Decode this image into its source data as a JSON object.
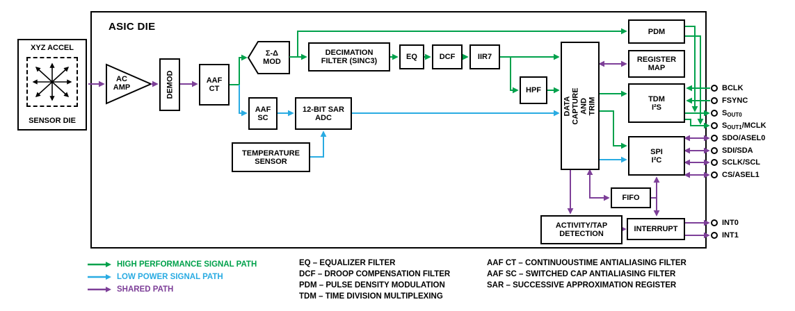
{
  "diagram": {
    "asic_label": "ASIC DIE",
    "sensor": {
      "top_label": "XYZ ACCEL",
      "bottom_label": "SENSOR DIE"
    },
    "blocks": {
      "ac_amp": "AC\nAMP",
      "demod": "DEMOD",
      "aaf_ct": "AAF\nCT",
      "sigma_delta_mod": "Σ-Δ\nMOD",
      "decimation_filter": "DECIMATION\nFILTER (SINC3)",
      "eq": "EQ",
      "dcf": "DCF",
      "iir7": "IIR7",
      "hpf": "HPF",
      "aaf_sc": "AAF\nSC",
      "sar_adc": "12-BIT SAR\nADC",
      "temperature_sensor": "TEMPERATURE\nSENSOR",
      "data_capture": "DATA CAPTURE\nAND TRIM",
      "pdm": "PDM",
      "register_map": "REGISTER\nMAP",
      "tdm_i2s": "TDM\nI²S",
      "spi_i2c": "SPI\nI²C",
      "fifo": "FIFO",
      "activity_tap": "ACTIVITY/TAP\nDETECTION",
      "interrupt": "INTERRUPT"
    },
    "pins": [
      {
        "pre": "BCLK",
        "sub": "",
        "post": ""
      },
      {
        "pre": "FSYNC",
        "sub": "",
        "post": ""
      },
      {
        "pre": "S",
        "sub": "OUT0",
        "post": ""
      },
      {
        "pre": "S",
        "sub": "OUT1",
        "post": "/MCLK"
      },
      {
        "pre": "SDO/ASEL0",
        "sub": "",
        "post": ""
      },
      {
        "pre": "SDI/SDA",
        "sub": "",
        "post": ""
      },
      {
        "pre": "SCLK/SCL",
        "sub": "",
        "post": ""
      },
      {
        "pre": "CS/ASEL1",
        "sub": "",
        "post": ""
      },
      {
        "pre": "INT0",
        "sub": "",
        "post": ""
      },
      {
        "pre": "INT1",
        "sub": "",
        "post": ""
      }
    ]
  },
  "legend": {
    "paths": [
      {
        "label": "HIGH PERFORMANCE SIGNAL PATH",
        "color": "#00A14B"
      },
      {
        "label": "LOW POWER SIGNAL PATH",
        "color": "#29ABE2"
      },
      {
        "label": "SHARED PATH",
        "color": "#7D3F98"
      }
    ],
    "abbreviations_col1": [
      "EQ – EQUALIZER FILTER",
      "DCF – DROOP COMPENSATION FILTER",
      "PDM – PULSE DENSITY MODULATION",
      "TDM – TIME DIVISION MULTIPLEXING"
    ],
    "abbreviations_col2": [
      "AAF CT – CONTINUOUSTIME ANTIALIASING FILTER",
      "AAF SC – SWITCHED CAP ANTIALIASING FILTER",
      "SAR – SUCCESSIVE APPROXIMATION REGISTER"
    ]
  },
  "colors": {
    "high_performance_path": "#00A14B",
    "low_power_path": "#29ABE2",
    "shared_path": "#7D3F98",
    "outline": "#000000",
    "background": "#FFFFFF"
  }
}
